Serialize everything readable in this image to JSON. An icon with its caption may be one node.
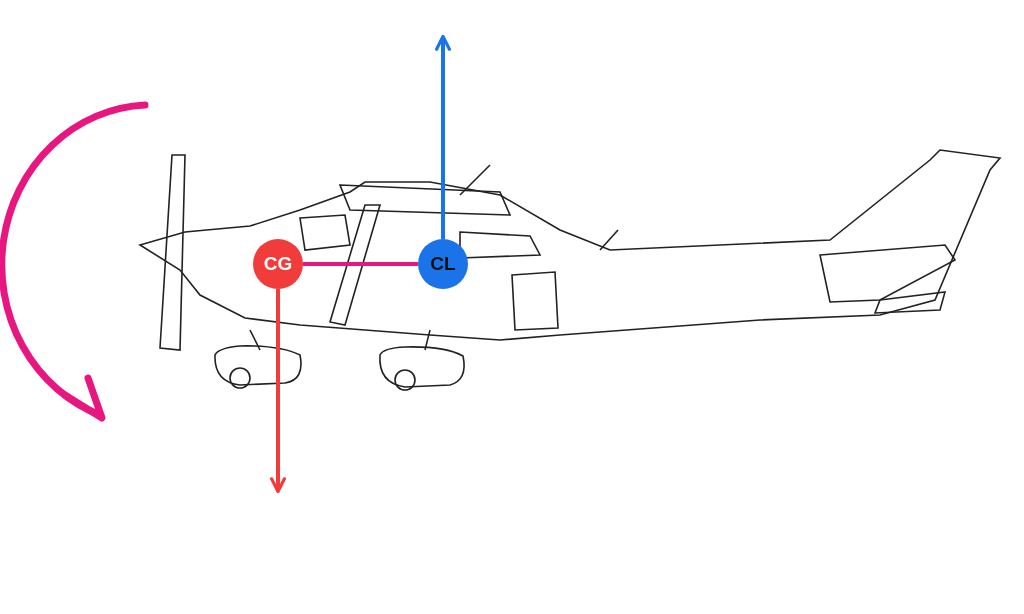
{
  "diagram": {
    "nodes": [
      {
        "text": [
          "CG"
        ]
      },
      {
        "text": [
          "CL"
        ]
      }
    ],
    "edges": [
      {
        "from": 0,
        "to": 1,
        "arrow": "none",
        "color": "#e8177f"
      },
      {
        "from": 1,
        "to": null,
        "arrow": "to",
        "color": "#1a73e8"
      },
      {
        "from": 0,
        "to": null,
        "arrow": "to",
        "color": "#f23b3b"
      }
    ]
  }
}
